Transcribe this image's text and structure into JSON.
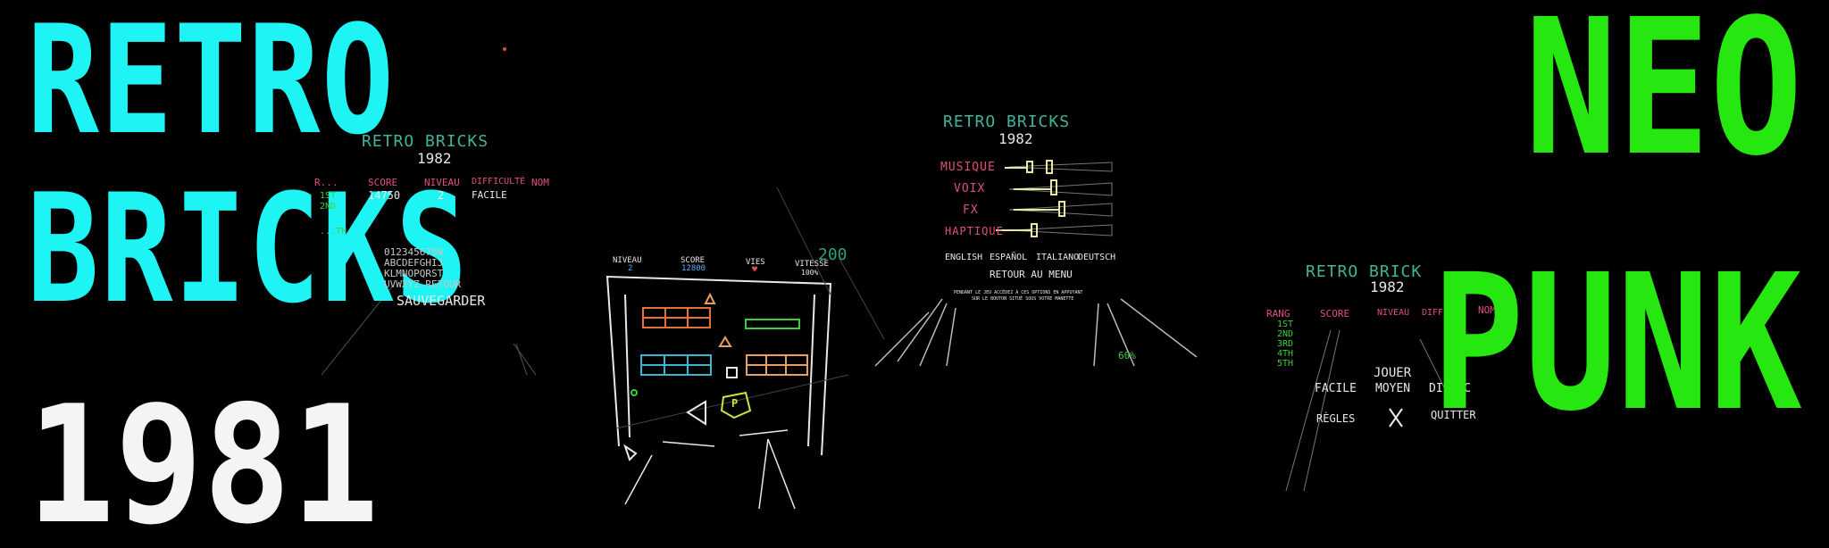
{
  "hero": {
    "left_line1": "RETRO",
    "left_line2": "BRICKS",
    "left_year": "1981",
    "right_line1": "NEO",
    "right_line2": "PUNK"
  },
  "colors": {
    "cyan": "#1ff4f4",
    "green": "#26e810",
    "pink": "#e0507a",
    "teal": "#3fb49a"
  },
  "panel_scores": {
    "title": "RETRO BRICKS",
    "year": "1982",
    "headers": [
      "R...",
      "SCORE",
      "NIVEAU",
      "DIFFICULTÉ",
      "NOM"
    ],
    "row1": {
      "rank": "1ST",
      "score": "14750",
      "level": "2",
      "difficulty": "FACILE"
    },
    "row2_rank": "2ND",
    "row3_rank": "...TH",
    "keyboard_rows": [
      "0123456789",
      "ABCDEFGHIJ",
      "KLMNOPQRST",
      "UVWXYZ RETOUR"
    ],
    "save": "SAUVEGARDER"
  },
  "panel_game": {
    "hud": [
      {
        "label": "NIVEAU",
        "value": "2"
      },
      {
        "label": "SCORE",
        "value": "12800"
      },
      {
        "label": "VIES",
        "value": "♥"
      },
      {
        "label": "VITESSE",
        "value": "100%"
      }
    ],
    "floating_points": "200",
    "powerup": "P"
  },
  "panel_settings": {
    "title": "RETRO BRICKS",
    "year": "1982",
    "sliders": [
      "MUSIQUE",
      "VOIX",
      "FX",
      "HAPTIQUE"
    ],
    "languages": [
      "ENGLISH",
      "ESPAÑOL",
      "ITALIANO",
      "DEUTSCH"
    ],
    "back": "RETOUR AU MENU",
    "note_line1": "PENDANT LE JEU ACCÉDEZ À CES OPTIONS EN APPUYANT",
    "note_line2": "SUR LE BOUTON SITUÉ SOUS VOTRE MANETTE",
    "percent": "60%"
  },
  "panel_menu": {
    "title": "RETRO BRICK",
    "year": "1982",
    "headers": [
      "RANG",
      "SCORE",
      "NIVEAU",
      "DIFFICU",
      "NOM"
    ],
    "ranks": [
      "1ST",
      "2ND",
      "3RD",
      "4TH",
      "5TH"
    ],
    "play": "JOUER",
    "difficulties": [
      "FACILE",
      "MOYEN",
      "DIFFIC"
    ],
    "rules": "RÈGLES",
    "quit": "QUITTER"
  }
}
